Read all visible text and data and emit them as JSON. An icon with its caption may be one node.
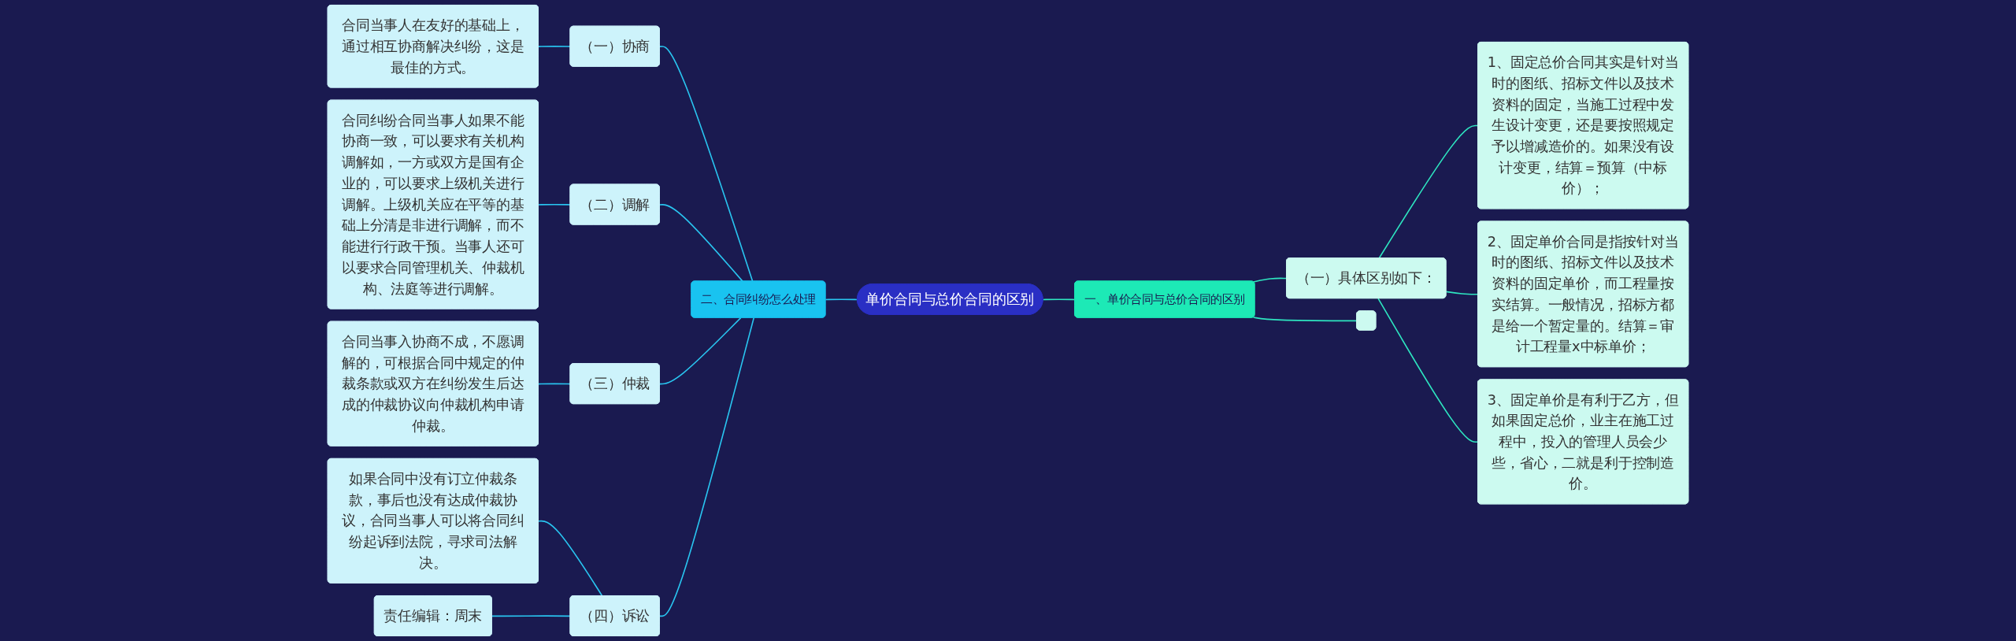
{
  "diagram": {
    "nodes": [
      {
        "text": [
          "单价合同与总价合同的区别"
        ]
      },
      {
        "text": [
          "一、单价合同与总价合同的区别"
        ]
      },
      {
        "text": [
          "（一）具体区别如下："
        ]
      },
      {
        "text": [
          "1、固定总价合同其实是针对当时的图纸、招标文件以及技术资料的固定，当施工过程中发生设计变更，还是要按照规定予以增减造价的。如果没有设计变更，结算＝预算（中标价）；"
        ]
      },
      {
        "text": [
          "2、固定单价合同是指按针对当时的图纸、招标文件以及技术资料的固定单价，而工程量按实结算。一般情况，招标方都是给一个暂定量的。结算＝审计工程量x中标单价；"
        ]
      },
      {
        "text": [
          "3、固定单价是有利于乙方，但如果固定总价，业主在施工过程中，投入的管理人员会少些，省心，二就是利于控制造价。"
        ]
      },
      {
        "text": [],
        "shape": "box"
      },
      {
        "text": [
          "二、合同纠纷怎么处理"
        ]
      },
      {
        "text": [
          "（一）协商"
        ]
      },
      {
        "text": [
          "合同当事人在友好的基础上，通过相互协商解决纠纷，这是最佳的方式。"
        ]
      },
      {
        "text": [
          "（二）调解"
        ]
      },
      {
        "text": [
          "合同纠纷合同当事人如果不能协商一致，可以要求有关机构调解如，一方或双方是国有企业的，可以要求上级机关进行调解。上级机关应在平等的基础上分清是非进行调解，而不能进行行政干预。当事人还可以要求合同管理机关、仲裁机构、法庭等进行调解。"
        ]
      },
      {
        "text": [
          "（三）仲裁"
        ]
      },
      {
        "text": [
          "合同当事入协商不成，不愿调解的，可根据合同中规定的仲裁条款或双方在纠纷发生后达成的仲裁协议向仲裁机构申请仲裁。"
        ]
      },
      {
        "text": [
          "（四）诉讼"
        ]
      },
      {
        "text": [
          "如果合同中没有订立仲裁条款，事后也没有达成仲裁协议，合同当事人可以将合同纠纷起诉到法院，寻求司法解决。"
        ]
      },
      {
        "text": [
          "责任编辑：周末"
        ]
      }
    ],
    "edges": [
      {
        "from": 0,
        "to": 1,
        "arrow": "none",
        "color": "#2ee6c0"
      },
      {
        "from": 1,
        "to": 2,
        "arrow": "none",
        "color": "#2ee6c0"
      },
      {
        "from": 2,
        "to": 3,
        "arrow": "none",
        "color": "#2ee6c0"
      },
      {
        "from": 2,
        "to": 4,
        "arrow": "none",
        "color": "#2ee6c0"
      },
      {
        "from": 2,
        "to": 5,
        "arrow": "none",
        "color": "#2ee6c0"
      },
      {
        "from": 1,
        "to": 6,
        "arrow": "none",
        "color": "#2ee6c0"
      },
      {
        "from": 0,
        "to": 7,
        "arrow": "none"
      },
      {
        "from": 7,
        "to": 8,
        "arrow": "none"
      },
      {
        "from": 8,
        "to": 9,
        "arrow": "none"
      },
      {
        "from": 7,
        "to": 10,
        "arrow": "none"
      },
      {
        "from": 10,
        "to": 11,
        "arrow": "none"
      },
      {
        "from": 7,
        "to": 12,
        "arrow": "none"
      },
      {
        "from": 12,
        "to": 13,
        "arrow": "none"
      },
      {
        "from": 7,
        "to": 14,
        "arrow": "none"
      },
      {
        "from": 14,
        "to": 15,
        "arrow": "none"
      },
      {
        "from": 14,
        "to": 16,
        "arrow": "none"
      }
    ]
  }
}
